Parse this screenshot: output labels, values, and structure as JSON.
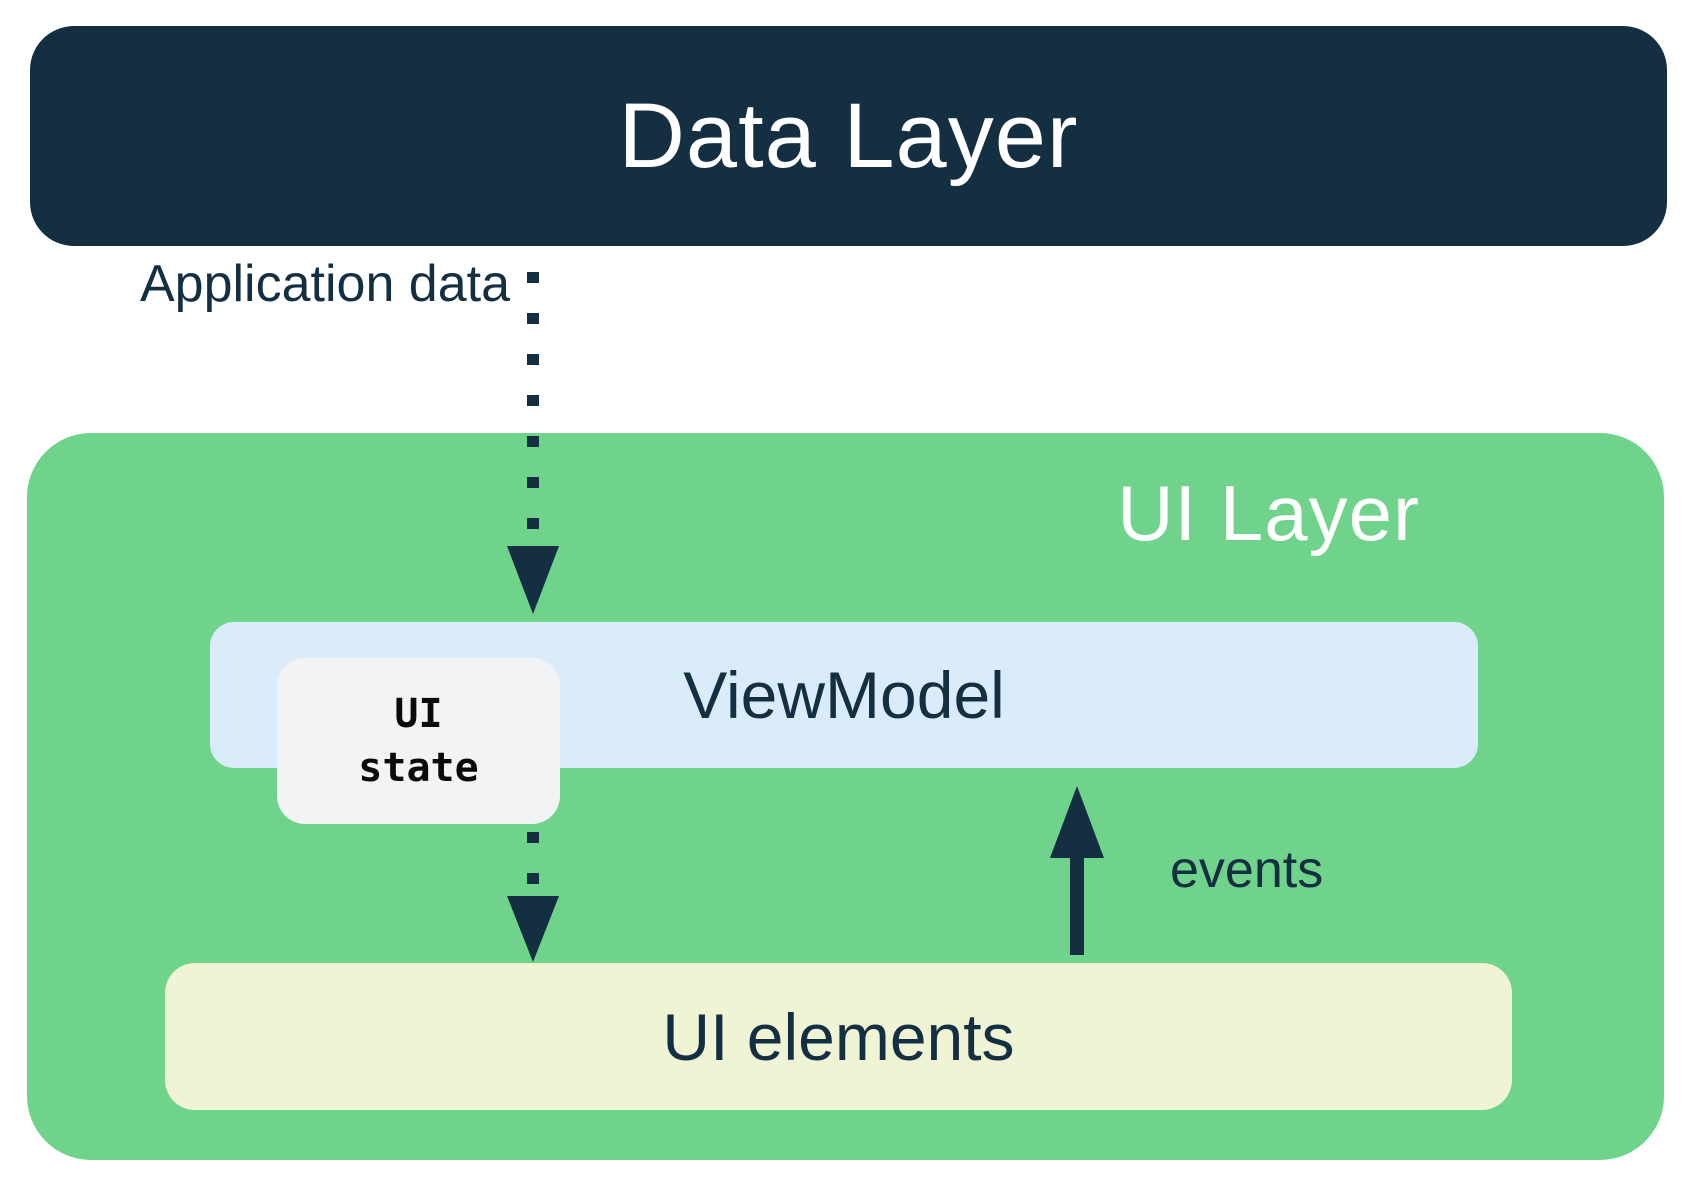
{
  "diagram": {
    "nodes": {
      "data_layer": "Data Layer",
      "ui_layer": "UI Layer",
      "viewmodel": "ViewModel",
      "ui_state": "UI state",
      "ui_elements": "UI elements"
    },
    "edges": {
      "application_data": {
        "label": "Application data",
        "style": "dotted",
        "direction": "down",
        "from": "data_layer",
        "to": "ui_elements",
        "via": "ui_state"
      },
      "events": {
        "label": "events",
        "style": "solid",
        "direction": "up",
        "from": "ui_elements",
        "to": "viewmodel"
      }
    },
    "colors": {
      "navy": "#142E42",
      "green": "#6FD38B",
      "viewmodel_blue": "#DAECFA",
      "ui_elements_cream": "#EEF4D4",
      "ui_state_gray": "#F1F3F4",
      "text_on_dark": "#FFFFFF",
      "background": "#FFFFFF"
    }
  }
}
